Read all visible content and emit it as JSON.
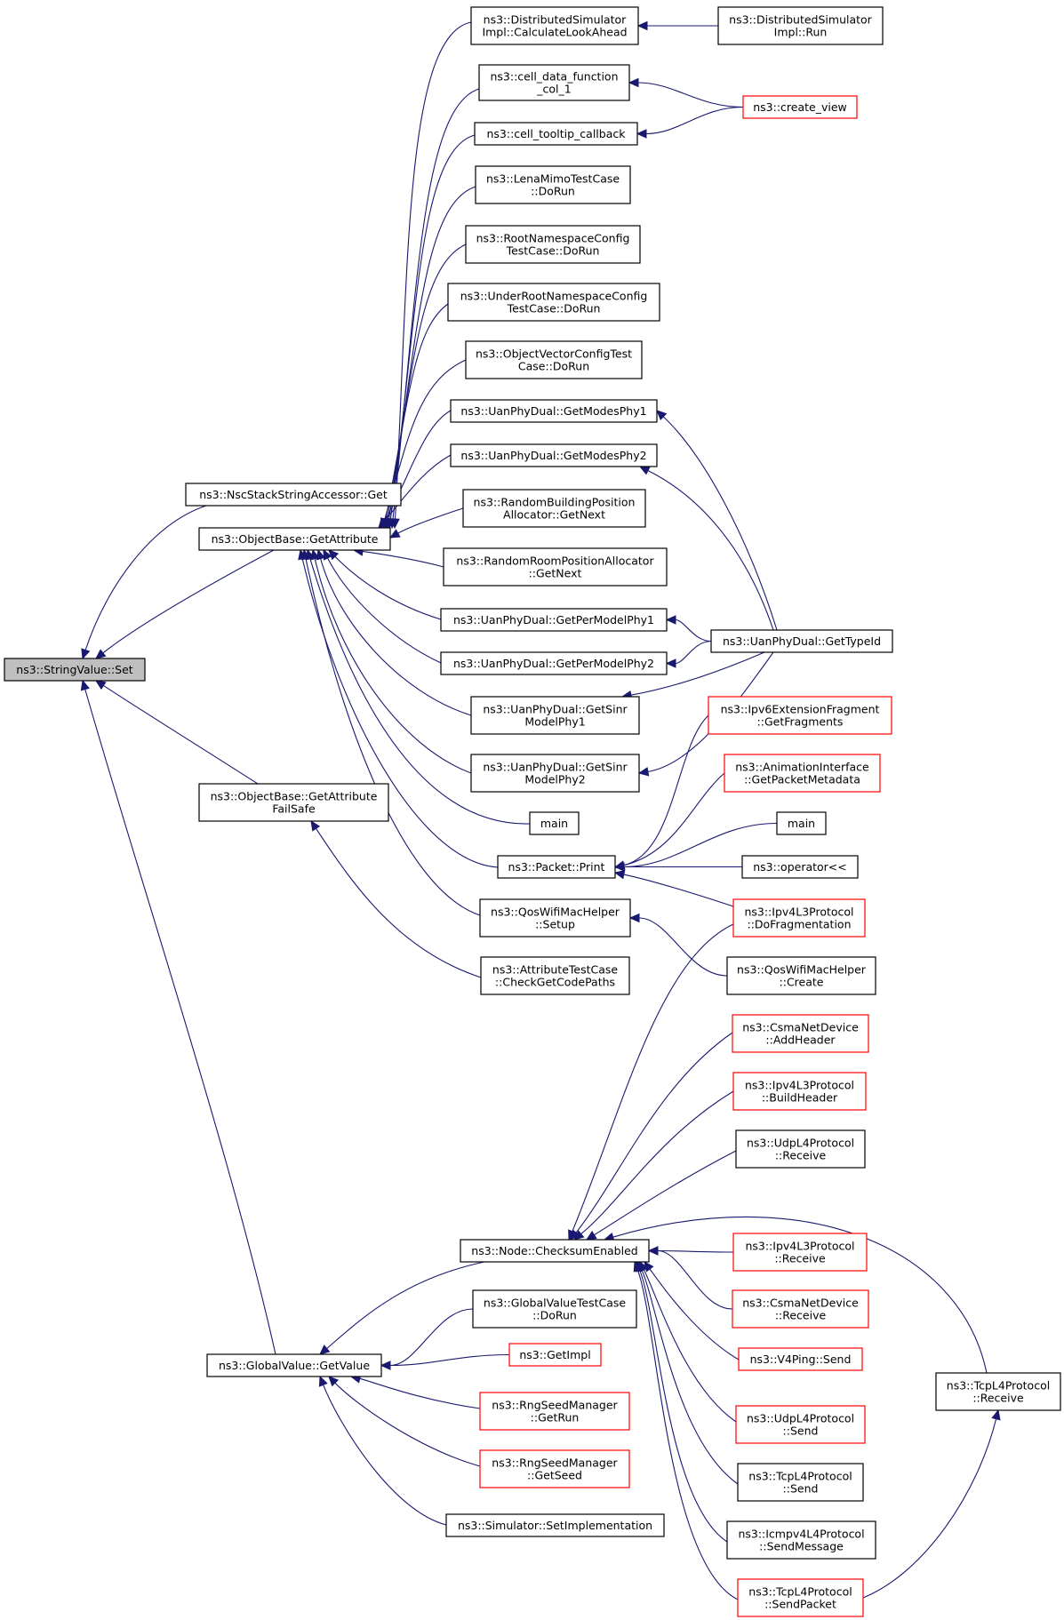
{
  "colors": {
    "edge": "#191970",
    "border": "#000000",
    "border_incomplete": "#ff0000",
    "focus_fill": "#bfbfbf",
    "background": "#ffffff"
  },
  "nodes": [
    {
      "id": "stringvalue_set",
      "lines": [
        "ns3::StringValue::Set"
      ],
      "focus": true
    },
    {
      "id": "nsc_get",
      "lines": [
        "ns3::NscStackStringAccessor::Get"
      ]
    },
    {
      "id": "ob_getattr",
      "lines": [
        "ns3::ObjectBase::GetAttribute"
      ]
    },
    {
      "id": "ob_getattr_failsafe",
      "lines": [
        "ns3::ObjectBase::GetAttribute",
        "FailSafe"
      ]
    },
    {
      "id": "gv_getvalue",
      "lines": [
        "ns3::GlobalValue::GetValue"
      ]
    },
    {
      "id": "dsi_calc",
      "lines": [
        "ns3::DistributedSimulator",
        "Impl::CalculateLookAhead"
      ]
    },
    {
      "id": "dsi_run",
      "lines": [
        "ns3::DistributedSimulator",
        "Impl::Run"
      ]
    },
    {
      "id": "cell_data",
      "lines": [
        "ns3::cell_data_function",
        "_col_1"
      ]
    },
    {
      "id": "create_view",
      "lines": [
        "ns3::create_view"
      ],
      "red": true
    },
    {
      "id": "cell_tooltip",
      "lines": [
        "ns3::cell_tooltip_callback"
      ]
    },
    {
      "id": "lena",
      "lines": [
        "ns3::LenaMimoTestCase",
        "::DoRun"
      ]
    },
    {
      "id": "rootns",
      "lines": [
        "ns3::RootNamespaceConfig",
        "TestCase::DoRun"
      ]
    },
    {
      "id": "underroot",
      "lines": [
        "ns3::UnderRootNamespaceConfig",
        "TestCase::DoRun"
      ]
    },
    {
      "id": "objvec",
      "lines": [
        "ns3::ObjectVectorConfigTest",
        "Case::DoRun"
      ]
    },
    {
      "id": "uan_modes1",
      "lines": [
        "ns3::UanPhyDual::GetModesPhy1"
      ]
    },
    {
      "id": "uan_modes2",
      "lines": [
        "ns3::UanPhyDual::GetModesPhy2"
      ]
    },
    {
      "id": "rand_building",
      "lines": [
        "ns3::RandomBuildingPosition",
        "Allocator::GetNext"
      ]
    },
    {
      "id": "rand_room",
      "lines": [
        "ns3::RandomRoomPositionAllocator",
        "::GetNext"
      ]
    },
    {
      "id": "uan_per1",
      "lines": [
        "ns3::UanPhyDual::GetPerModelPhy1"
      ]
    },
    {
      "id": "uan_per2",
      "lines": [
        "ns3::UanPhyDual::GetPerModelPhy2"
      ]
    },
    {
      "id": "uan_typeid",
      "lines": [
        "ns3::UanPhyDual::GetTypeId"
      ]
    },
    {
      "id": "uan_sinr1",
      "lines": [
        "ns3::UanPhyDual::GetSinr",
        "ModelPhy1"
      ]
    },
    {
      "id": "uan_sinr2",
      "lines": [
        "ns3::UanPhyDual::GetSinr",
        "ModelPhy2"
      ]
    },
    {
      "id": "ipv6_frag",
      "lines": [
        "ns3::Ipv6ExtensionFragment",
        "::GetFragments"
      ],
      "red": true
    },
    {
      "id": "anim_iface",
      "lines": [
        "ns3::AnimationInterface",
        "::GetPacketMetadata"
      ],
      "red": true
    },
    {
      "id": "main1",
      "lines": [
        "main"
      ]
    },
    {
      "id": "main2",
      "lines": [
        "main"
      ]
    },
    {
      "id": "packet_print",
      "lines": [
        "ns3::Packet::Print"
      ]
    },
    {
      "id": "op_lshift",
      "lines": [
        "ns3::operator<<"
      ]
    },
    {
      "id": "qos_setup",
      "lines": [
        "ns3::QosWifiMacHelper",
        "::Setup"
      ]
    },
    {
      "id": "ipv4l3_frag",
      "lines": [
        "ns3::Ipv4L3Protocol",
        "::DoFragmentation"
      ],
      "red": true
    },
    {
      "id": "attr_test",
      "lines": [
        "ns3::AttributeTestCase",
        "::CheckGetCodePaths"
      ]
    },
    {
      "id": "qos_create",
      "lines": [
        "ns3::QosWifiMacHelper",
        "::Create"
      ]
    },
    {
      "id": "csma_addheader",
      "lines": [
        "ns3::CsmaNetDevice",
        "::AddHeader"
      ],
      "red": true
    },
    {
      "id": "ipv4l3_build",
      "lines": [
        "ns3::Ipv4L3Protocol",
        "::BuildHeader"
      ],
      "red": true
    },
    {
      "id": "udp_receive",
      "lines": [
        "ns3::UdpL4Protocol",
        "::Receive"
      ]
    },
    {
      "id": "node_checksum",
      "lines": [
        "ns3::Node::ChecksumEnabled"
      ]
    },
    {
      "id": "ipv4l3_receive",
      "lines": [
        "ns3::Ipv4L3Protocol",
        "::Receive"
      ],
      "red": true
    },
    {
      "id": "gv_testcase",
      "lines": [
        "ns3::GlobalValueTestCase",
        "::DoRun"
      ]
    },
    {
      "id": "csma_receive",
      "lines": [
        "ns3::CsmaNetDevice",
        "::Receive"
      ],
      "red": true
    },
    {
      "id": "getimpl",
      "lines": [
        "ns3::GetImpl"
      ],
      "red": true
    },
    {
      "id": "v4ping_send",
      "lines": [
        "ns3::V4Ping::Send"
      ],
      "red": true
    },
    {
      "id": "tcp_receive",
      "lines": [
        "ns3::TcpL4Protocol",
        "::Receive"
      ]
    },
    {
      "id": "rng_getrun",
      "lines": [
        "ns3::RngSeedManager",
        "::GetRun"
      ],
      "red": true
    },
    {
      "id": "udp_send",
      "lines": [
        "ns3::UdpL4Protocol",
        "::Send"
      ],
      "red": true
    },
    {
      "id": "tcp_send",
      "lines": [
        "ns3::TcpL4Protocol",
        "::Send"
      ]
    },
    {
      "id": "rng_getseed",
      "lines": [
        "ns3::RngSeedManager",
        "::GetSeed"
      ],
      "red": true
    },
    {
      "id": "sim_setimpl",
      "lines": [
        "ns3::Simulator::SetImplementation"
      ]
    },
    {
      "id": "icmp_sendmsg",
      "lines": [
        "ns3::Icmpv4L4Protocol",
        "::SendMessage"
      ]
    },
    {
      "id": "tcp_sendpacket",
      "lines": [
        "ns3::TcpL4Protocol",
        "::SendPacket"
      ],
      "red": true
    }
  ],
  "edges": [
    {
      "from": "nsc_get",
      "to": "stringvalue_set"
    },
    {
      "from": "ob_getattr",
      "to": "stringvalue_set"
    },
    {
      "from": "ob_getattr_failsafe",
      "to": "stringvalue_set"
    },
    {
      "from": "gv_getvalue",
      "to": "stringvalue_set"
    },
    {
      "from": "dsi_calc",
      "to": "ob_getattr"
    },
    {
      "from": "cell_data",
      "to": "ob_getattr"
    },
    {
      "from": "cell_tooltip",
      "to": "ob_getattr"
    },
    {
      "from": "lena",
      "to": "ob_getattr"
    },
    {
      "from": "rootns",
      "to": "ob_getattr"
    },
    {
      "from": "underroot",
      "to": "ob_getattr"
    },
    {
      "from": "objvec",
      "to": "ob_getattr"
    },
    {
      "from": "uan_modes1",
      "to": "ob_getattr"
    },
    {
      "from": "uan_modes2",
      "to": "ob_getattr"
    },
    {
      "from": "rand_building",
      "to": "ob_getattr"
    },
    {
      "from": "rand_room",
      "to": "ob_getattr"
    },
    {
      "from": "uan_per1",
      "to": "ob_getattr"
    },
    {
      "from": "uan_per2",
      "to": "ob_getattr"
    },
    {
      "from": "uan_sinr1",
      "to": "ob_getattr"
    },
    {
      "from": "uan_sinr2",
      "to": "ob_getattr"
    },
    {
      "from": "main1",
      "to": "ob_getattr"
    },
    {
      "from": "packet_print",
      "to": "ob_getattr"
    },
    {
      "from": "qos_setup",
      "to": "ob_getattr"
    },
    {
      "from": "attr_test",
      "to": "ob_getattr_failsafe"
    },
    {
      "from": "dsi_run",
      "to": "dsi_calc"
    },
    {
      "from": "create_view",
      "to": "cell_data"
    },
    {
      "from": "create_view",
      "to": "cell_tooltip"
    },
    {
      "from": "uan_typeid",
      "to": "uan_modes1"
    },
    {
      "from": "uan_typeid",
      "to": "uan_modes2"
    },
    {
      "from": "uan_typeid",
      "to": "uan_per1"
    },
    {
      "from": "uan_typeid",
      "to": "uan_per2"
    },
    {
      "from": "uan_typeid",
      "to": "uan_sinr1"
    },
    {
      "from": "uan_typeid",
      "to": "uan_sinr2"
    },
    {
      "from": "ipv6_frag",
      "to": "packet_print"
    },
    {
      "from": "anim_iface",
      "to": "packet_print"
    },
    {
      "from": "main2",
      "to": "packet_print"
    },
    {
      "from": "op_lshift",
      "to": "packet_print"
    },
    {
      "from": "ipv4l3_frag",
      "to": "packet_print"
    },
    {
      "from": "qos_create",
      "to": "qos_setup"
    },
    {
      "from": "node_checksum",
      "to": "gv_getvalue"
    },
    {
      "from": "gv_testcase",
      "to": "gv_getvalue"
    },
    {
      "from": "getimpl",
      "to": "gv_getvalue"
    },
    {
      "from": "rng_getrun",
      "to": "gv_getvalue"
    },
    {
      "from": "rng_getseed",
      "to": "gv_getvalue"
    },
    {
      "from": "sim_setimpl",
      "to": "gv_getvalue"
    },
    {
      "from": "ipv4l3_frag",
      "to": "node_checksum"
    },
    {
      "from": "csma_addheader",
      "to": "node_checksum"
    },
    {
      "from": "ipv4l3_build",
      "to": "node_checksum"
    },
    {
      "from": "udp_receive",
      "to": "node_checksum"
    },
    {
      "from": "tcp_receive",
      "to": "node_checksum"
    },
    {
      "from": "ipv4l3_receive",
      "to": "node_checksum"
    },
    {
      "from": "csma_receive",
      "to": "node_checksum"
    },
    {
      "from": "v4ping_send",
      "to": "node_checksum"
    },
    {
      "from": "udp_send",
      "to": "node_checksum"
    },
    {
      "from": "tcp_send",
      "to": "node_checksum"
    },
    {
      "from": "icmp_sendmsg",
      "to": "node_checksum"
    },
    {
      "from": "tcp_sendpacket",
      "to": "node_checksum"
    },
    {
      "from": "tcp_sendpacket",
      "to": "tcp_receive"
    }
  ]
}
